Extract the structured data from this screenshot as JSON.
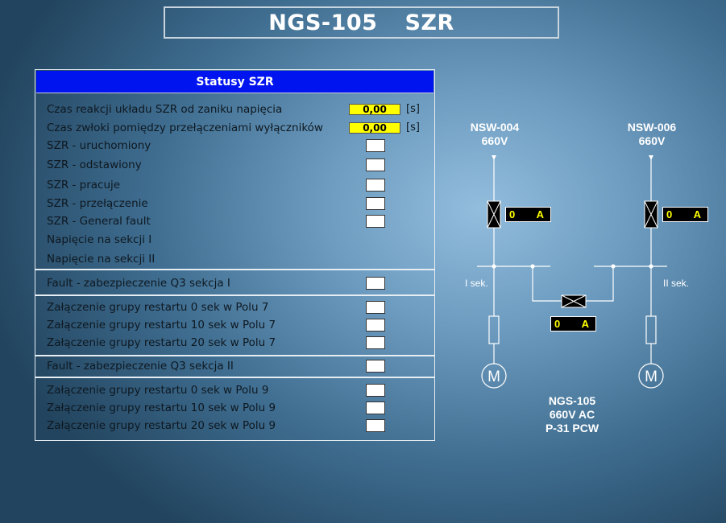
{
  "title": {
    "left": "NGS-105",
    "right": "SZR"
  },
  "panel": {
    "header": "Statusy SZR",
    "section1": [
      {
        "label": "Czas reakcji układu SZR od zaniku napięcia",
        "value": "0,00",
        "unit": "[s]"
      },
      {
        "label": "Czas zwłoki pomiędzy przełączeniami wyłączników",
        "value": "0,00",
        "unit": "[s]"
      },
      {
        "label": "SZR - uruchomiony"
      },
      {
        "label": "SZR - odstawiony"
      },
      {
        "label": "SZR - pracuje"
      },
      {
        "label": "SZR - przełączenie"
      },
      {
        "label": "SZR - General fault"
      },
      {
        "label": "Napięcie na sekcji I"
      },
      {
        "label": "Napięcie na sekcji II"
      }
    ],
    "fault1": "Fault - zabezpieczenie Q3 sekcja I",
    "group7": [
      "Załączenie grupy restartu 0 sek w Polu 7",
      "Załączenie grupy restartu 10 sek w Polu 7",
      "Załączenie grupy restartu 20 sek w Polu 7"
    ],
    "fault2": "Fault - zabezpieczenie Q3 sekcja II",
    "group9": [
      "Załączenie grupy restartu 0 sek w Polu 9",
      "Załączenie grupy restartu 10 sek w Polu 9",
      "Załączenie grupy restartu 20 sek w Polu 9"
    ]
  },
  "diagram": {
    "feeder_left": {
      "name": "NSW-004",
      "voltage": "660V",
      "current": "0",
      "unit": "A"
    },
    "feeder_right": {
      "name": "NSW-006",
      "voltage": "660V",
      "current": "0",
      "unit": "A"
    },
    "coupler": {
      "current": "0",
      "unit": "A"
    },
    "section_left": "I sek.",
    "section_right": "II sek.",
    "motor_symbol": "M",
    "station": {
      "line1": "NGS-105",
      "line2": "660V AC",
      "line3": "P-31 PCW"
    },
    "colors": {
      "current_text": "#ffff00",
      "lines": "#ffffff"
    }
  }
}
